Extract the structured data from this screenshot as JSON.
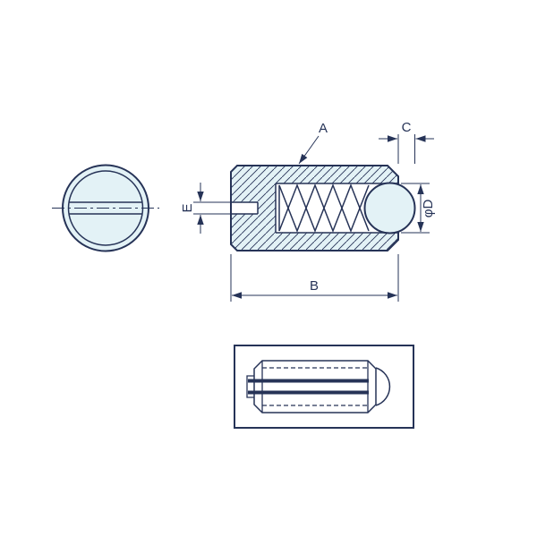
{
  "drawing": {
    "labels": {
      "a": "A",
      "b": "B",
      "c": "C",
      "e": "E",
      "phi_d": "φD"
    }
  },
  "colors": {
    "line": "#263357",
    "part_fill": "#e3f2f6",
    "bg": "#ffffff"
  }
}
